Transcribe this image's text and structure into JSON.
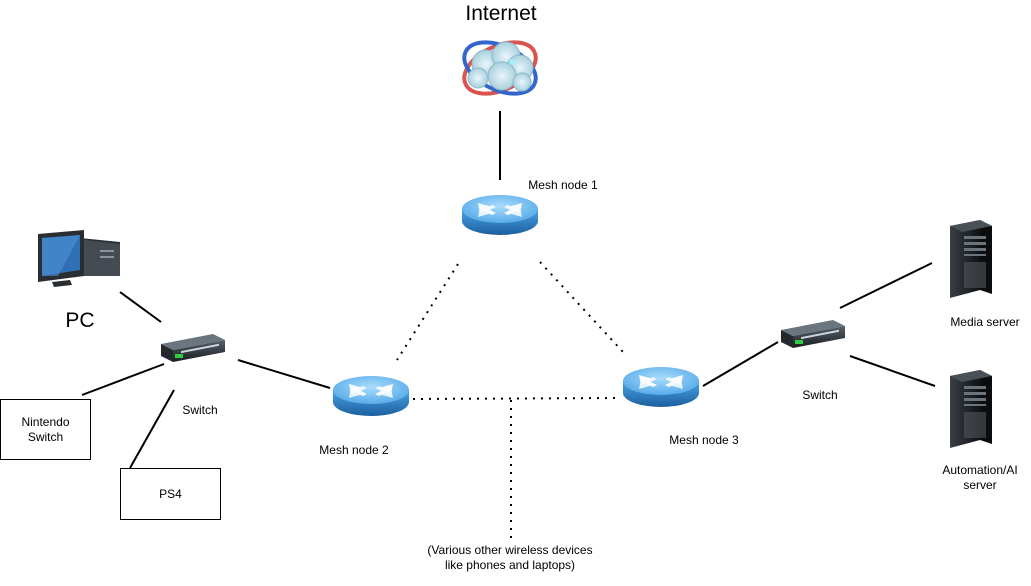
{
  "nodes": {
    "internet": "Internet",
    "mesh1": "Mesh node 1",
    "mesh2": "Mesh node 2",
    "mesh3": "Mesh node 3",
    "pc": "PC",
    "switch_left": "Switch",
    "switch_right": "Switch",
    "nintendo_line1": "Nintendo",
    "nintendo_line2": "Switch",
    "ps4": "PS4",
    "media_server": "Media server",
    "automation_line1": "Automation/AI",
    "automation_line2": "server",
    "wireless_line1": "(Various other wireless devices",
    "wireless_line2": "like phones and laptops)"
  },
  "colors": {
    "router_blue": "#3d8fd6",
    "router_top": "#7cc4f2",
    "switch_body": "#2f3338",
    "server_body": "#1f2328",
    "line": "#000000"
  },
  "icons": [
    "globe-cloud-icon",
    "router-icon",
    "desktop-pc-icon",
    "network-switch-icon",
    "server-tower-icon"
  ]
}
